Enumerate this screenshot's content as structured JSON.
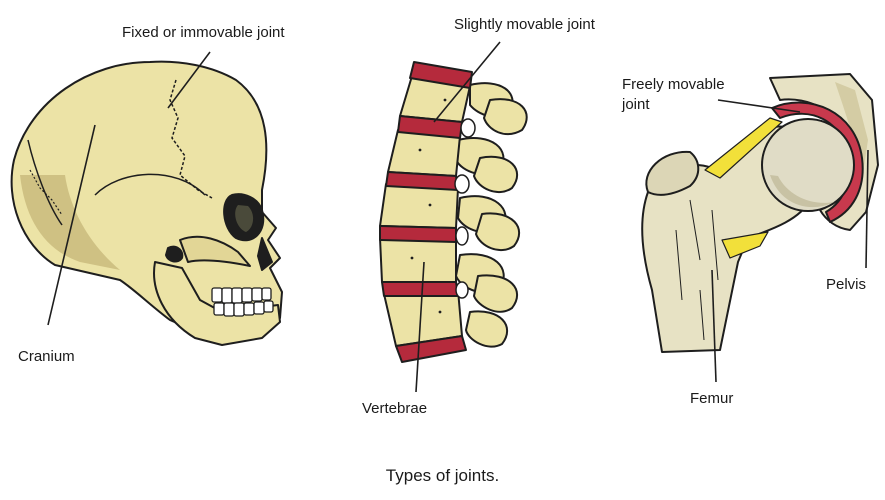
{
  "labels": {
    "fixed_joint": "Fixed or immovable joint",
    "cranium": "Cranium",
    "slightly_movable": "Slightly movable joint",
    "vertebrae": "Vertebrae",
    "freely_movable_line1": "Freely movable",
    "freely_movable_line2": "joint",
    "pelvis": "Pelvis",
    "femur": "Femur"
  },
  "caption": "Types of joints.",
  "colors": {
    "bone": "#ece3a6",
    "bone_shade": "#cfc183",
    "outline": "#1e1e1e",
    "disc": "#b52a3c",
    "cartilage": "#c8394d",
    "marrow_yellow": "#f2e03a",
    "femur_bone": "#e7e2c4"
  }
}
